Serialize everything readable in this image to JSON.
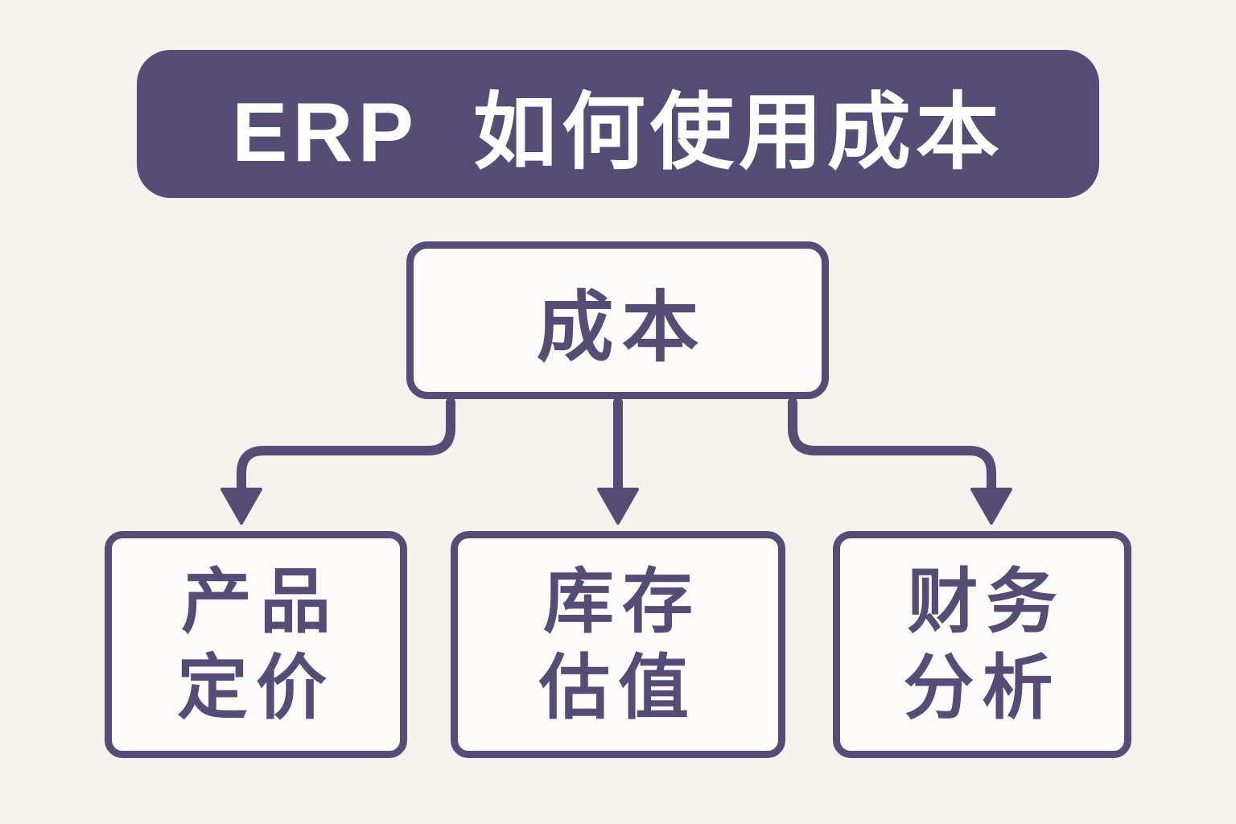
{
  "colors": {
    "background": "#f6f3ee",
    "purple": "#554d76",
    "box_fill": "#fdfcfa",
    "text_on_purple": "#ffffff"
  },
  "title": "ERP  如何使用成本",
  "root": {
    "label": "成本"
  },
  "children": [
    {
      "id": "product-pricing",
      "line1": "产品",
      "line2": "定价"
    },
    {
      "id": "inventory-valuation",
      "line1": "库存",
      "line2": "估值"
    },
    {
      "id": "financial-analysis",
      "line1": "财务",
      "line2": "分析"
    }
  ]
}
